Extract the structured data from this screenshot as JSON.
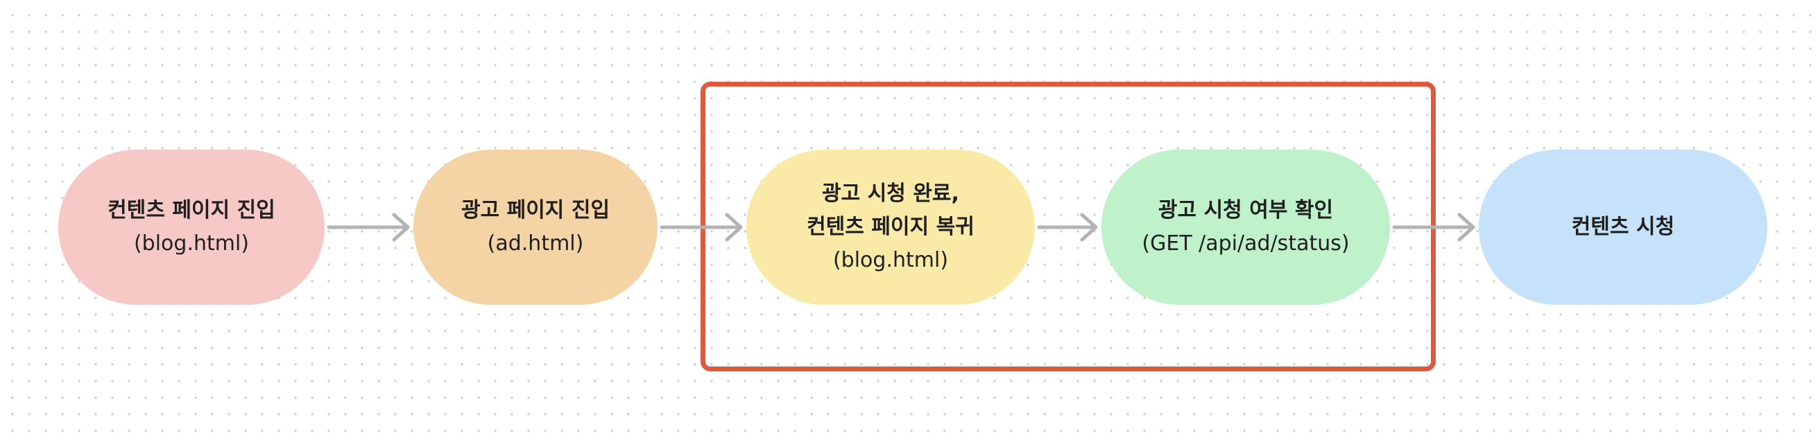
{
  "diagram": {
    "nodes": [
      {
        "id": "node1",
        "lines": [
          "컨텐츠 페이지 진입"
        ],
        "sub": "(blog.html)",
        "color": "#f6c8c6"
      },
      {
        "id": "node2",
        "lines": [
          "광고 페이지 진입"
        ],
        "sub": "(ad.html)",
        "color": "#f4d3a4"
      },
      {
        "id": "node3",
        "lines": [
          "광고 시청 완료,",
          "컨텐츠 페이지 복귀"
        ],
        "sub": "(blog.html)",
        "color": "#faeaa8"
      },
      {
        "id": "node4",
        "lines": [
          "광고 시청 여부 확인"
        ],
        "sub": "(GET /api/ad/status)",
        "color": "#bff2ca"
      },
      {
        "id": "node5",
        "lines": [
          "컨텐츠 시청"
        ],
        "sub": "",
        "color": "#c5e2fa"
      }
    ],
    "edges": [
      {
        "from": "node1",
        "to": "node2"
      },
      {
        "from": "node2",
        "to": "node3"
      },
      {
        "from": "node3",
        "to": "node4"
      },
      {
        "from": "node4",
        "to": "node5"
      }
    ],
    "highlight": {
      "contains": [
        "node3",
        "node4"
      ],
      "color": "#dc5a3f"
    },
    "arrow_color": "#b3b3b3"
  }
}
